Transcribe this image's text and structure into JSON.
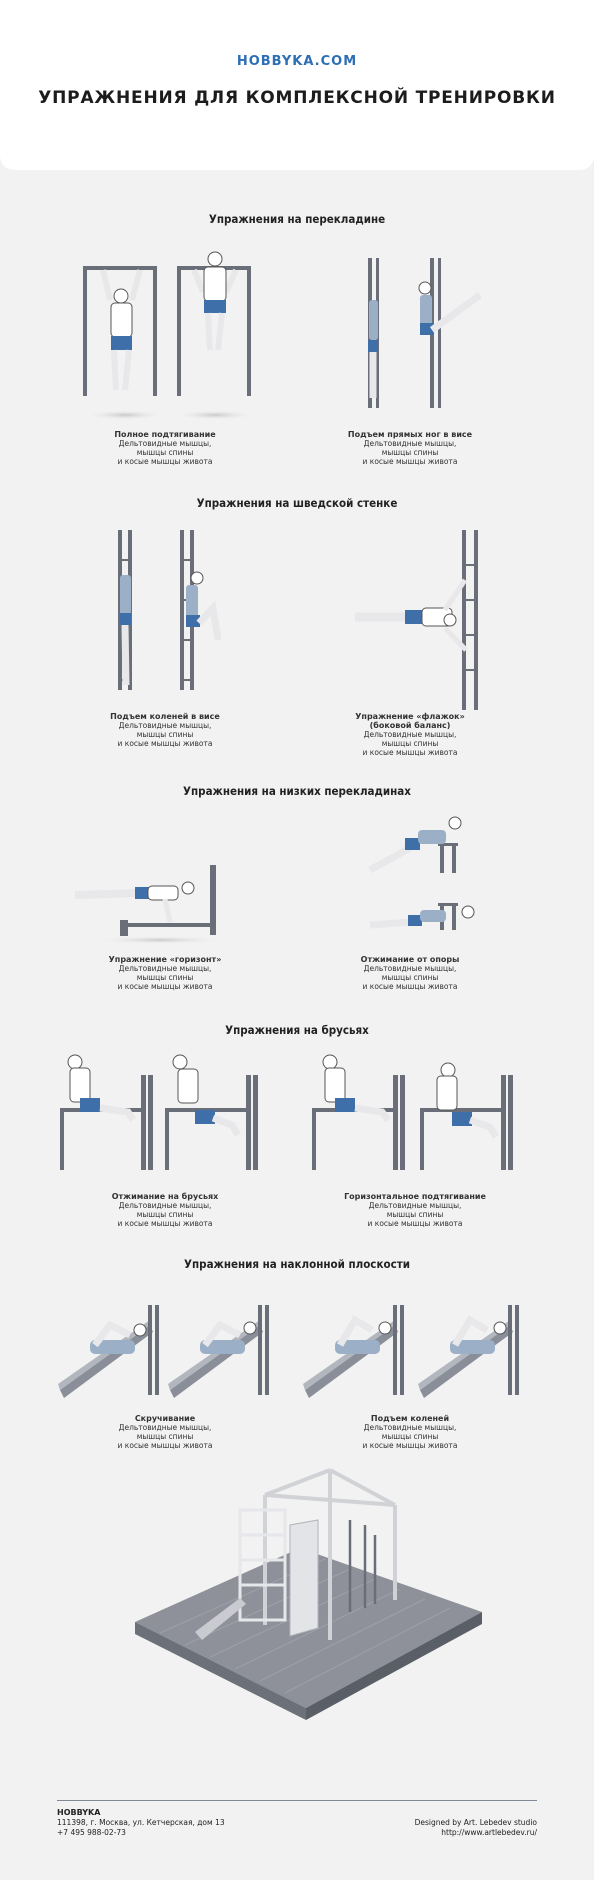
{
  "header": {
    "brand": "HOBBYKA.COM",
    "title": "УПРАЖНЕНИЯ ДЛЯ КОМПЛЕКСНОЙ ТРЕНИРОВКИ"
  },
  "sections": [
    {
      "title": "Упражнения на перекладине",
      "items": [
        {
          "name": "Полное подтягивание",
          "desc": [
            "Дельтовидные мышцы,",
            "мышцы спины",
            "и косые мышцы живота"
          ]
        },
        {
          "name": "Подъем прямых ног в висе",
          "desc": [
            "Дельтовидные мышцы,",
            "мышцы спины",
            "и косые мышцы живота"
          ]
        }
      ]
    },
    {
      "title": "Упражнения на шведской стенке",
      "items": [
        {
          "name": "Подъем коленей в висе",
          "desc": [
            "Дельтовидные мышцы,",
            "мышцы спины",
            "и косые мышцы живота"
          ]
        },
        {
          "name": "Упражнение «флажок»",
          "name2": "(боковой баланс)",
          "desc": [
            "Дельтовидные мышцы,",
            "мышцы спины",
            "и косые мышцы живота"
          ]
        }
      ]
    },
    {
      "title": "Упражнения на низких перекладинах",
      "items": [
        {
          "name": "Упражнение «горизонт»",
          "desc": [
            "Дельтовидные мышцы,",
            "мышцы спины",
            "и косые мышцы живота"
          ]
        },
        {
          "name": "Отжимание от опоры",
          "desc": [
            "Дельтовидные мышцы,",
            "мышцы спины",
            "и косые мышцы живота"
          ]
        }
      ]
    },
    {
      "title": "Упражнения на брусьях",
      "items": [
        {
          "name": "Отжимание на брусьях",
          "desc": [
            "Дельтовидные мышцы,",
            "мышцы спины",
            "и косые мышцы живота"
          ]
        },
        {
          "name": "Горизонтальное подтягивание",
          "desc": [
            "Дельтовидные мышцы,",
            "мышцы спины",
            "и косые мышцы живота"
          ]
        }
      ]
    },
    {
      "title": "Упражнения на наклонной плоскости",
      "items": [
        {
          "name": "Скручивание",
          "desc": [
            "Дельтовидные мышцы,",
            "мышцы спины",
            "и косые мышцы живота"
          ]
        },
        {
          "name": "Подъем коленей",
          "desc": [
            "Дельтовидные мышцы,",
            "мышцы спины",
            "и косые мышцы живота"
          ]
        }
      ]
    }
  ],
  "footer": {
    "company": "HOBBYKA",
    "address": "111398, г. Москва, ул. Кетчерская, дом 13",
    "phone": "+7 495 988-02-73",
    "designed": "Designed by Art. Lebedev studio",
    "url": "http://www.artlebedev.ru/"
  },
  "colors": {
    "accent": "#2d6fb5",
    "shorts": "#3f6fa8",
    "metal": "#5b5f6a",
    "background": "#f2f2f2"
  }
}
